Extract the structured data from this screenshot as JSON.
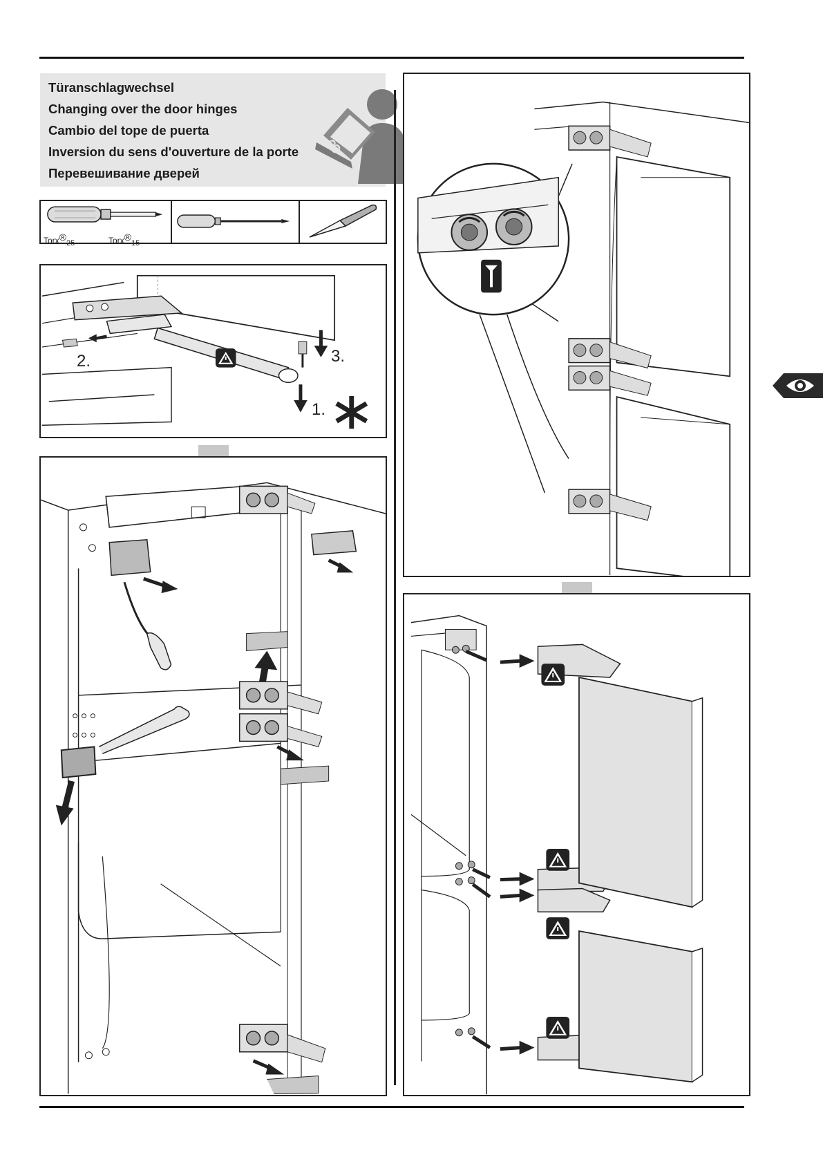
{
  "title": {
    "lines": [
      "Türanschlagwechsel",
      "Changing over the door hinges",
      "Cambio del tope de puerta",
      "Inversion du sens d'ouverture de la porte",
      "Перевешивание дверей"
    ]
  },
  "tools": {
    "torx_brand_1": "Torx",
    "torx_reg_1": "®",
    "torx_size_1": "25",
    "torx_brand_2": "Torx",
    "torx_reg_2": "®",
    "torx_size_2": "15"
  },
  "steps": {
    "step1": "1.",
    "step2": "2.",
    "step3": "3."
  },
  "colors": {
    "line": "#222222",
    "gray_fill": "#cfcfcf",
    "title_bg": "#e6e6e6",
    "arrow_gray": "#c8c8c8"
  },
  "icons": [
    "reader-icon",
    "screwdriver-icon",
    "flat-screwdriver-icon",
    "knife-icon",
    "warning-icon",
    "asterisk-icon",
    "screw-symbol-icon",
    "eye-icon"
  ]
}
